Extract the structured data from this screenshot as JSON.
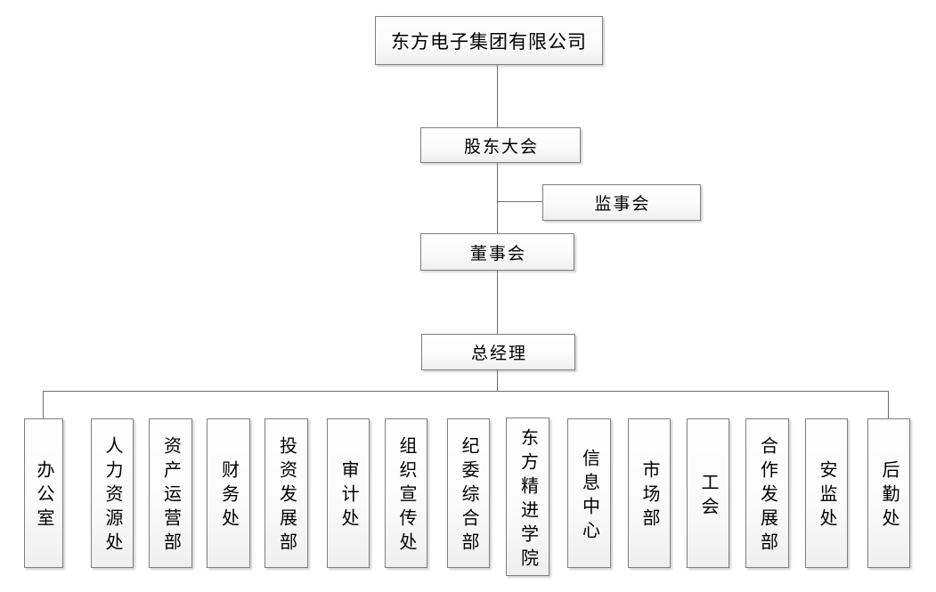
{
  "org_chart": {
    "company": {
      "label": "东方电子集团有限公司"
    },
    "governance": {
      "shareholders": {
        "label": "股东大会"
      },
      "supervisory": {
        "label": "监事会"
      },
      "board": {
        "label": "董事会"
      },
      "general_manager": {
        "label": "总经理"
      }
    },
    "departments": [
      {
        "label": "办公室"
      },
      {
        "label": "人力资源处"
      },
      {
        "label": "资产运营部"
      },
      {
        "label": "财务处"
      },
      {
        "label": "投资发展部"
      },
      {
        "label": "审计处"
      },
      {
        "label": "组织宣传处"
      },
      {
        "label": "纪委综合部"
      },
      {
        "label": "东方精进学院"
      },
      {
        "label": "信息中心"
      },
      {
        "label": "市场部"
      },
      {
        "label": "工会"
      },
      {
        "label": "合作发展部"
      },
      {
        "label": "安监处"
      },
      {
        "label": "后勤处"
      }
    ],
    "colors": {
      "background": "#ffffff",
      "node_border": "#7f7f7f",
      "node_fill_top": "#ffffff",
      "node_fill_bottom": "#efefef",
      "connector": "#6e6e6e",
      "text": "#000000"
    }
  }
}
